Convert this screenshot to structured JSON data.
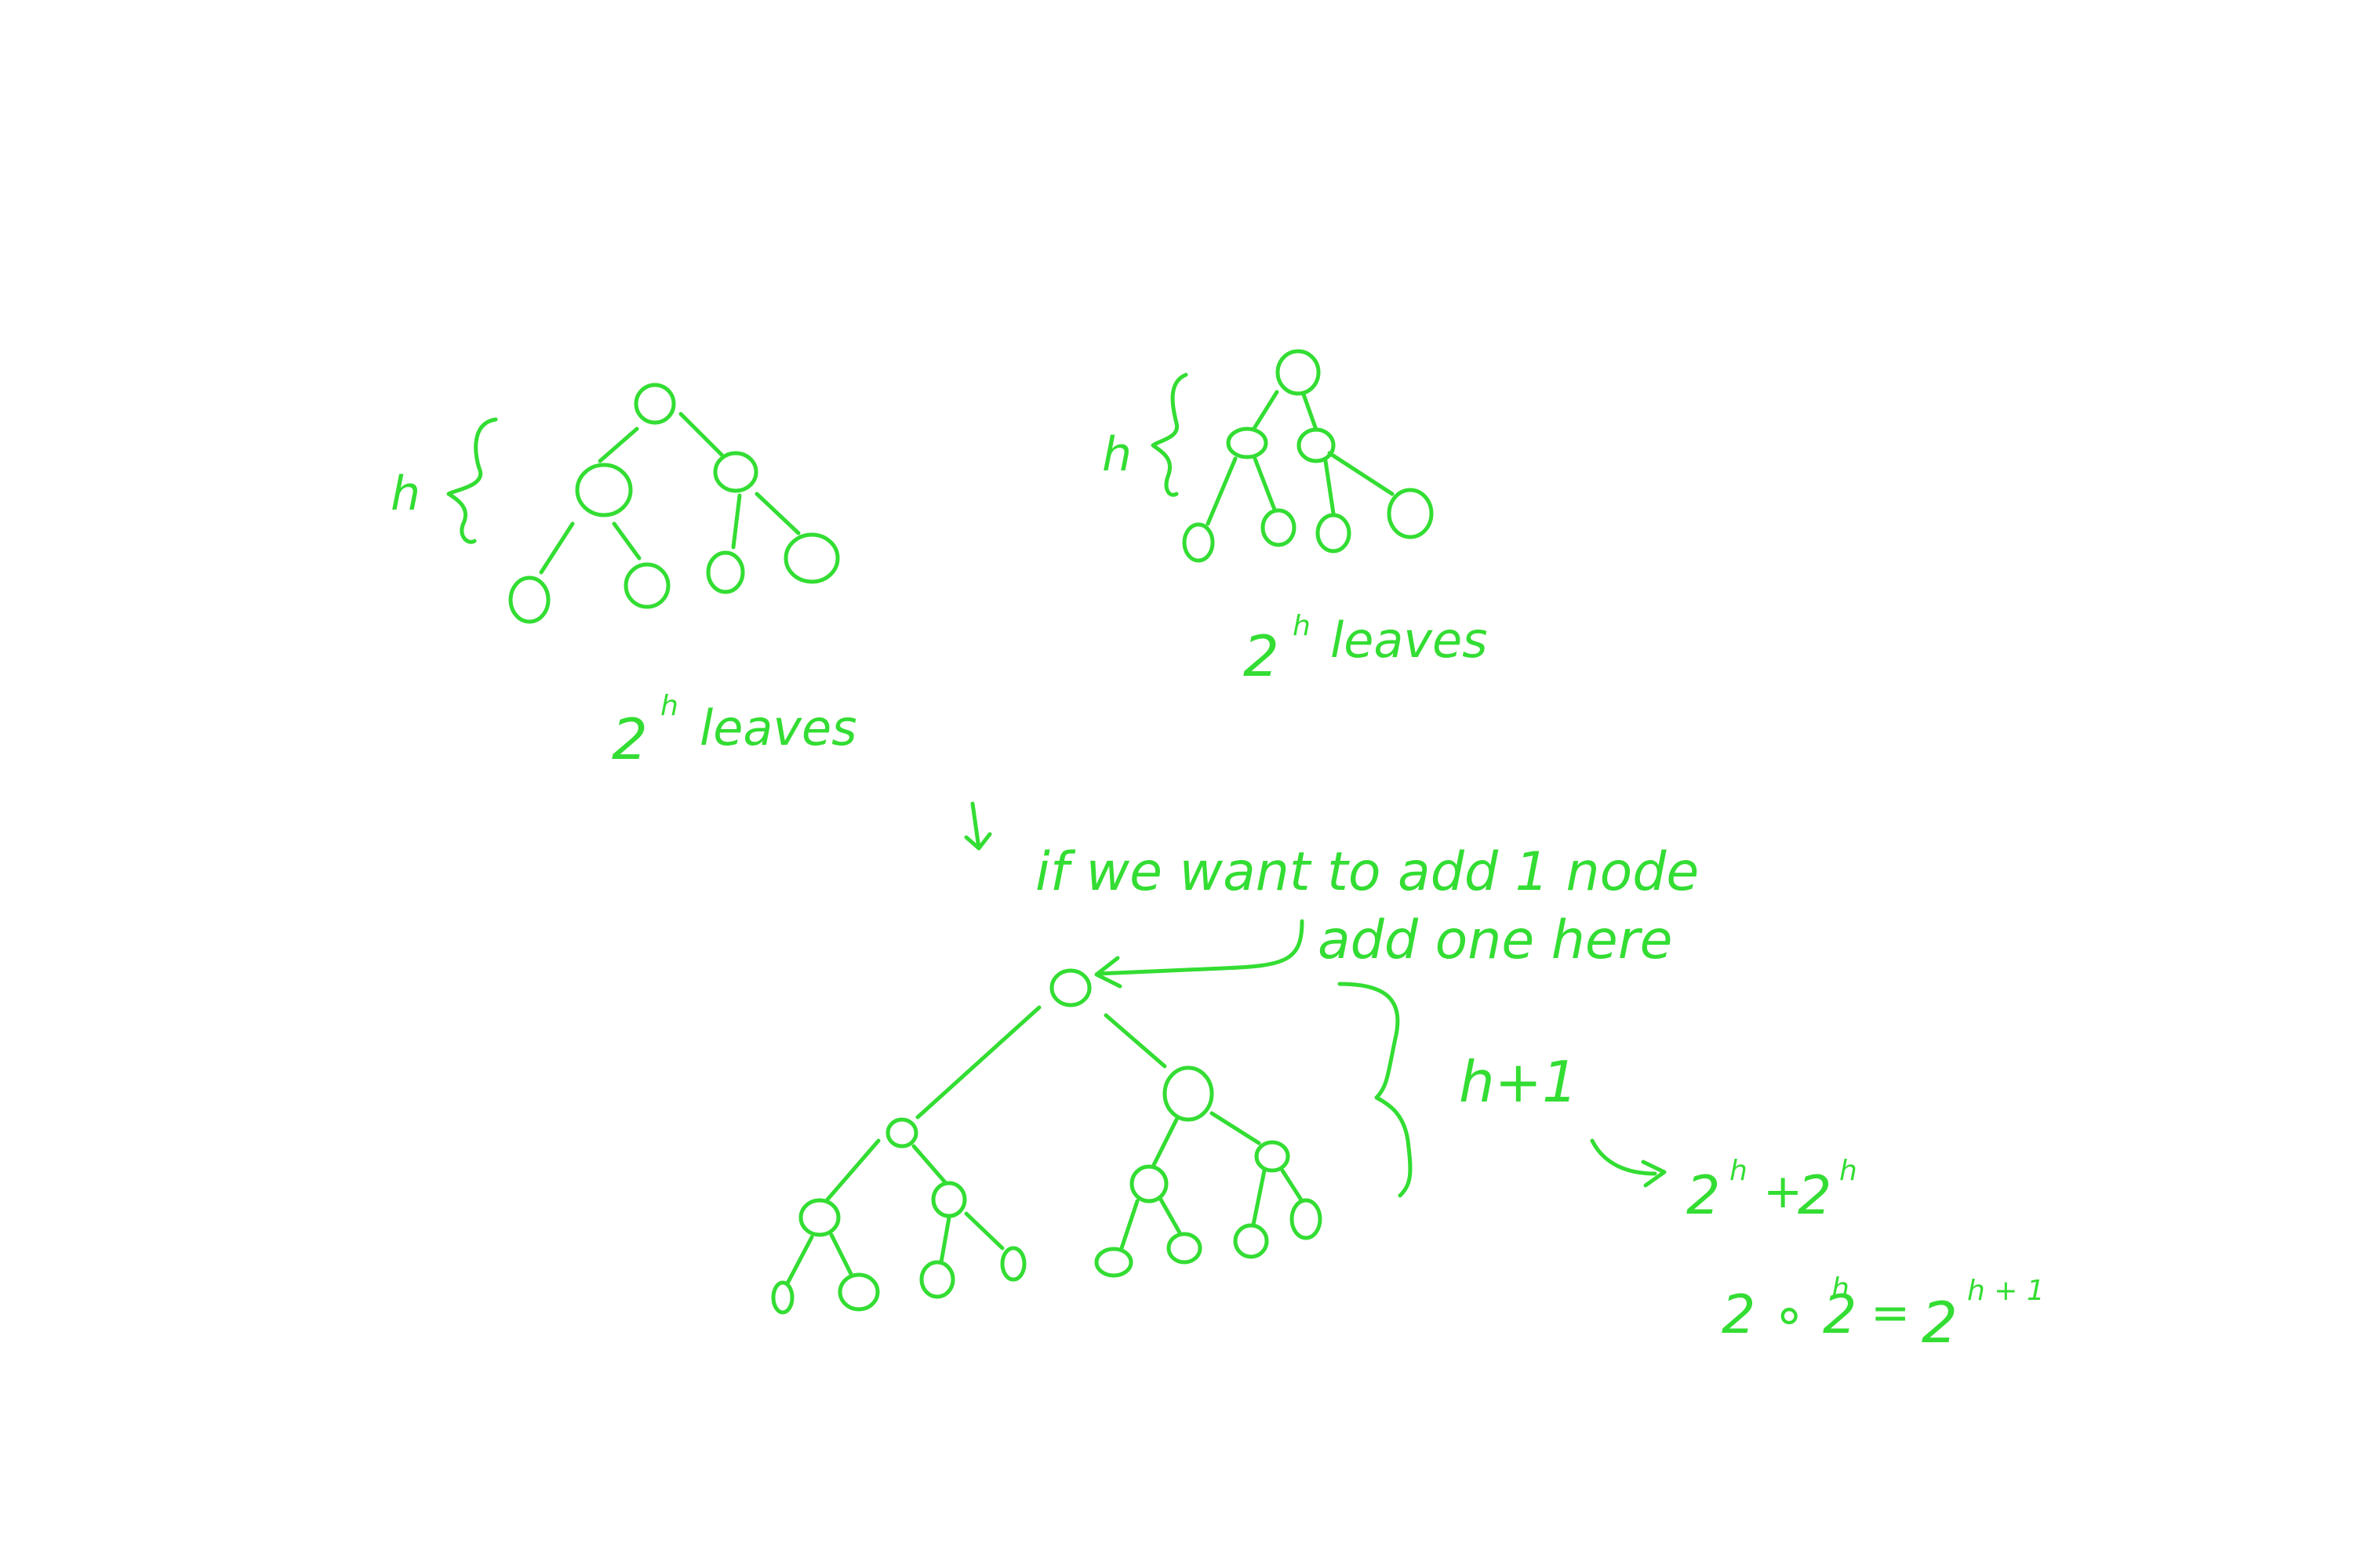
{
  "ink_color": "#33dd33",
  "background_color": "#ffffff",
  "tree_left": {
    "height_label": "h",
    "leaves_label_base": "2",
    "leaves_label_exp": "h",
    "leaves_label_word": "leaves"
  },
  "tree_right": {
    "height_label": "h",
    "leaves_label_base": "2",
    "leaves_label_exp": "h",
    "leaves_label_word": "leaves"
  },
  "combined": {
    "intro_text": "if we want to add 1 node",
    "add_note": "add one here",
    "height_label": "h+1",
    "sum_base_1": "2",
    "sum_exp_1": "h",
    "sum_plus": "+",
    "sum_base_2": "2",
    "sum_exp_2": "h",
    "product_lhs": "2 ∘ 2",
    "product_lhs_exp": "h",
    "product_eq": "=",
    "product_rhs_base": "2",
    "product_rhs_exp": "h + 1"
  }
}
